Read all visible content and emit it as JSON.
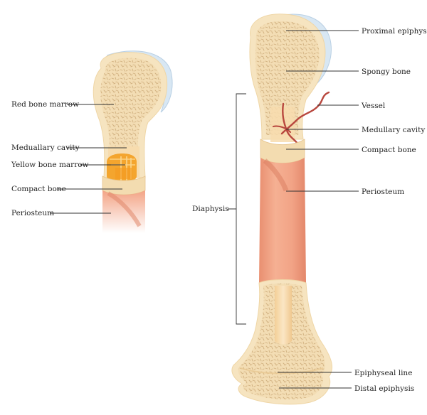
{
  "left_figure": {
    "labels": {
      "red_marrow": "Red bone marrow",
      "medullary": "Meduallary cavity",
      "yellow_marrow": "Yellow bone marrow",
      "compact": "Compact bone",
      "periosteum": "Periosteum"
    }
  },
  "right_figure": {
    "labels": {
      "proximal_epiphysis": "Proximal epiphysis",
      "spongy": "Spongy bone",
      "vessel": "Vessel",
      "medullary": "Medullary cavity",
      "compact": "Compact bone",
      "periosteum": "Periosteum",
      "diaphysis": "Diaphysis",
      "epiphyseal_line": "Epiphyseal line",
      "distal_epiphysis": "Distal epiphysis"
    }
  },
  "colors": {
    "spongy_fill": "#f3ddb4",
    "spongy_dots": "#d6b98a",
    "bone_outline": "#f6e5c2",
    "cartilage": "#d6e6f2",
    "periosteum": "#f0a07f",
    "periosteum_dark": "#e4896b",
    "medullary": "#f8dcb0",
    "yellow_marrow": "#f4a52e",
    "vessel": "#b8473e",
    "leader": "#333333"
  }
}
